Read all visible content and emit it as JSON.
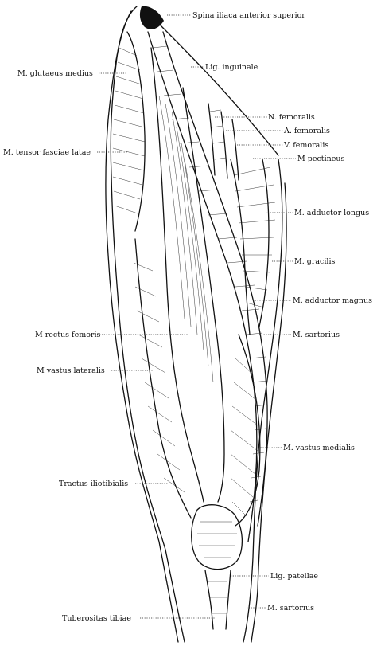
{
  "labels": {
    "spina_iliaca": "Spina iliaca anterior superior",
    "lig_inguinale": "Lig. inguinale",
    "glutaeus_medius": "M. glutaeus medius",
    "n_femoralis": "N. femoralis",
    "a_femoralis": "A. femoralis",
    "v_femoralis": "V. femoralis",
    "tensor_fasciae": "M. tensor fasciae latae",
    "pectineus": "M pectineus",
    "adductor_longus": "M. adductor longus",
    "gracilis": "M. gracilis",
    "adductor_magnus": "M. adductor magnus",
    "rectus_femoris": "M rectus femoris",
    "sartorius_upper": "M. sartorius",
    "vastus_lateralis": "M vastus lateralis",
    "vastus_medialis": "M. vastus medialis",
    "tractus_iliotibialis": "Tractus iliotibialis",
    "lig_patellae": "Lig. patellae",
    "sartorius_lower": "M. sartorius",
    "tuberositas_tibiae": "Tuberositas tibiae"
  }
}
